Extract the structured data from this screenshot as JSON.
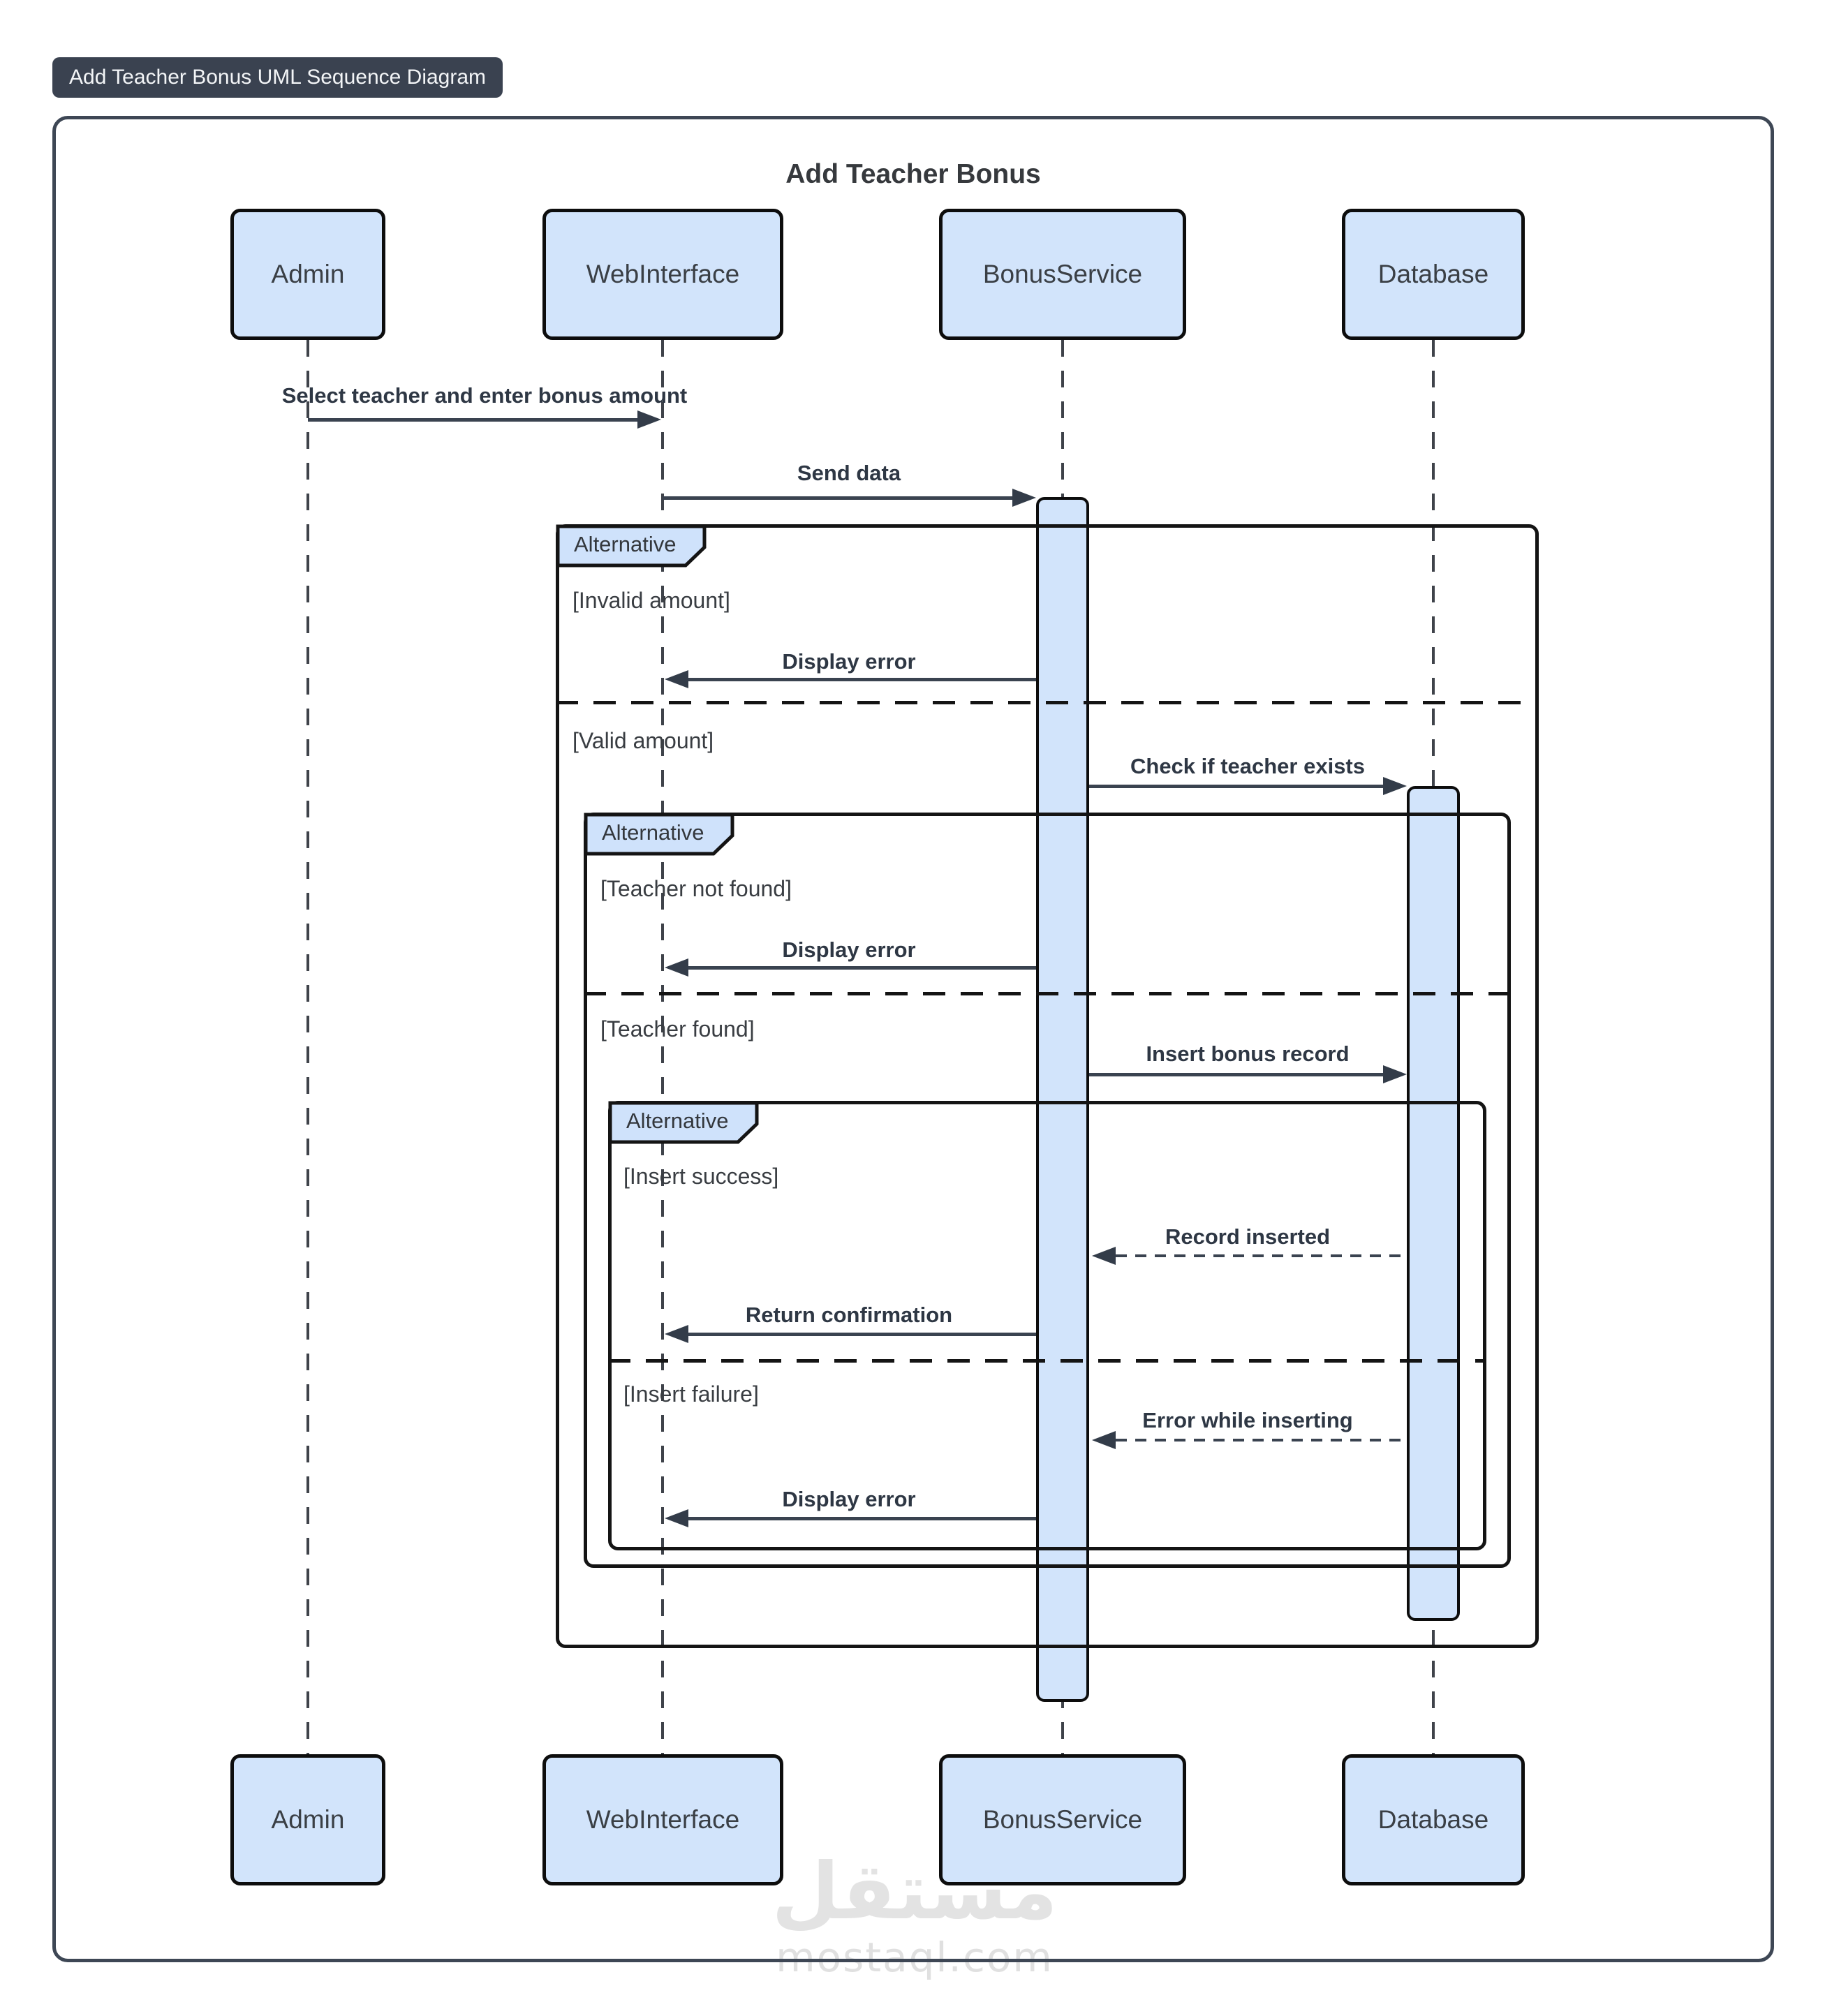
{
  "badge": {
    "label": "Add Teacher Bonus UML Sequence Diagram"
  },
  "diagram": {
    "title": "Add Teacher Bonus",
    "participants": [
      {
        "name": "Admin"
      },
      {
        "name": "WebInterface"
      },
      {
        "name": "BonusService"
      },
      {
        "name": "Database"
      }
    ],
    "messages": [
      {
        "label": "Select teacher and enter bonus amount",
        "from": "Admin",
        "to": "WebInterface",
        "line": "solid"
      },
      {
        "label": "Send data",
        "from": "WebInterface",
        "to": "BonusService",
        "line": "solid"
      },
      {
        "label": "Display error",
        "from": "BonusService",
        "to": "WebInterface",
        "line": "solid"
      },
      {
        "label": "Check if teacher exists",
        "from": "BonusService",
        "to": "Database",
        "line": "solid"
      },
      {
        "label": "Display error",
        "from": "BonusService",
        "to": "WebInterface",
        "line": "solid"
      },
      {
        "label": "Insert bonus record",
        "from": "BonusService",
        "to": "Database",
        "line": "solid"
      },
      {
        "label": "Record inserted",
        "from": "Database",
        "to": "BonusService",
        "line": "dashed"
      },
      {
        "label": "Return confirmation",
        "from": "BonusService",
        "to": "WebInterface",
        "line": "solid"
      },
      {
        "label": "Error while inserting",
        "from": "Database",
        "to": "BonusService",
        "line": "dashed"
      },
      {
        "label": "Display error",
        "from": "BonusService",
        "to": "WebInterface",
        "line": "solid"
      }
    ],
    "frames": [
      {
        "label": "Alternative",
        "guards": [
          "[Invalid amount]",
          "[Valid amount]"
        ]
      },
      {
        "label": "Alternative",
        "guards": [
          "[Teacher not found]",
          "[Teacher found]"
        ]
      },
      {
        "label": "Alternative",
        "guards": [
          "[Insert success]",
          "[Insert failure]"
        ]
      }
    ],
    "colors": {
      "participant_fill": "#d2e4fb",
      "activation_fill": "#d2e4fb",
      "frame_label_fill": "#cfe2fb",
      "badge_bg": "#3a4250",
      "badge_text": "#f3f5f7",
      "frame_border": "#3e4755",
      "message_line": "#333c49"
    }
  },
  "watermark": {
    "arabic": "مستقل",
    "latin": "mostaql.com"
  }
}
